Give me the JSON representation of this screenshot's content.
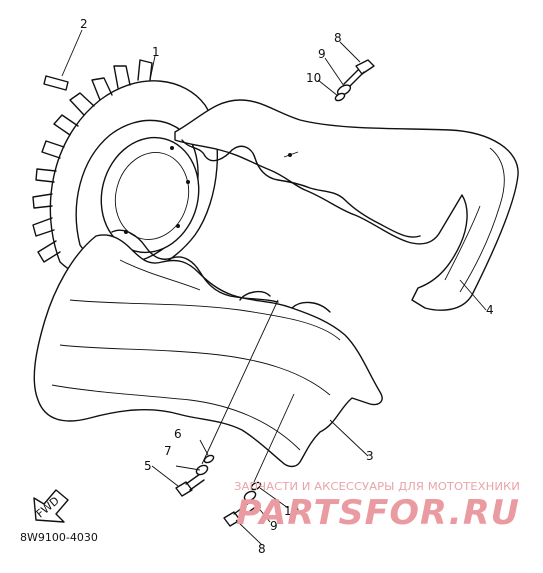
{
  "diagram": {
    "drawing_code": "8W9100-4030",
    "forward_arrow_label": "FWD",
    "callouts": [
      "1",
      "2",
      "3",
      "4",
      "5",
      "6",
      "7",
      "8",
      "9",
      "10",
      "8",
      "9",
      "10"
    ]
  },
  "watermark": {
    "tagline": "ЗАПЧАСТИ И АКСЕССУАРЫ ДЛЯ МОТОТЕХНИКИ",
    "logo_text": "PARTSFOR.RU"
  }
}
